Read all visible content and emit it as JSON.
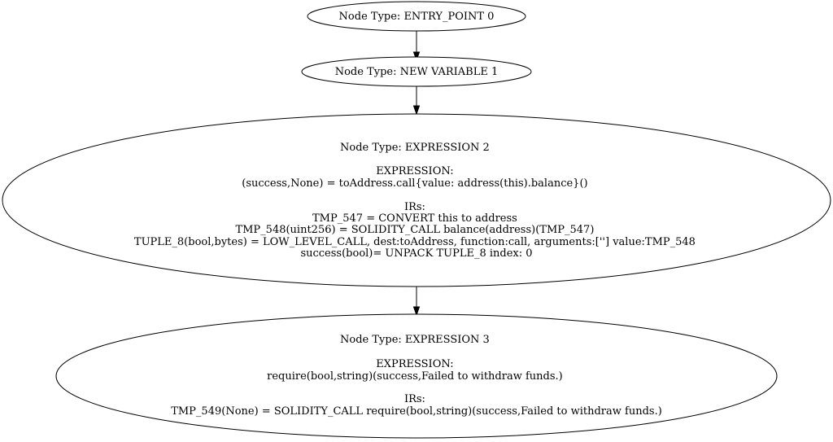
{
  "graph": {
    "nodes": [
      {
        "id": "n0",
        "lines": [
          "Node Type: ENTRY_POINT 0"
        ]
      },
      {
        "id": "n1",
        "lines": [
          "Node Type: NEW VARIABLE 1"
        ]
      },
      {
        "id": "n2",
        "lines": [
          "Node Type: EXPRESSION 2",
          "",
          "EXPRESSION:",
          "(success,None) = toAddress.call{value: address(this).balance}()",
          "",
          "IRs:",
          "TMP_547 = CONVERT this to address",
          "TMP_548(uint256) = SOLIDITY_CALL balance(address)(TMP_547)",
          "TUPLE_8(bool,bytes) = LOW_LEVEL_CALL, dest:toAddress, function:call, arguments:[''] value:TMP_548",
          "success(bool)= UNPACK TUPLE_8 index: 0"
        ]
      },
      {
        "id": "n3",
        "lines": [
          "Node Type: EXPRESSION 3",
          "",
          "EXPRESSION:",
          "require(bool,string)(success,Failed to withdraw funds.)",
          "",
          "IRs:",
          "TMP_549(None) = SOLIDITY_CALL require(bool,string)(success,Failed to withdraw funds.)"
        ]
      }
    ],
    "edges": [
      {
        "from": "n0",
        "to": "n1"
      },
      {
        "from": "n1",
        "to": "n2"
      },
      {
        "from": "n2",
        "to": "n3"
      }
    ]
  }
}
